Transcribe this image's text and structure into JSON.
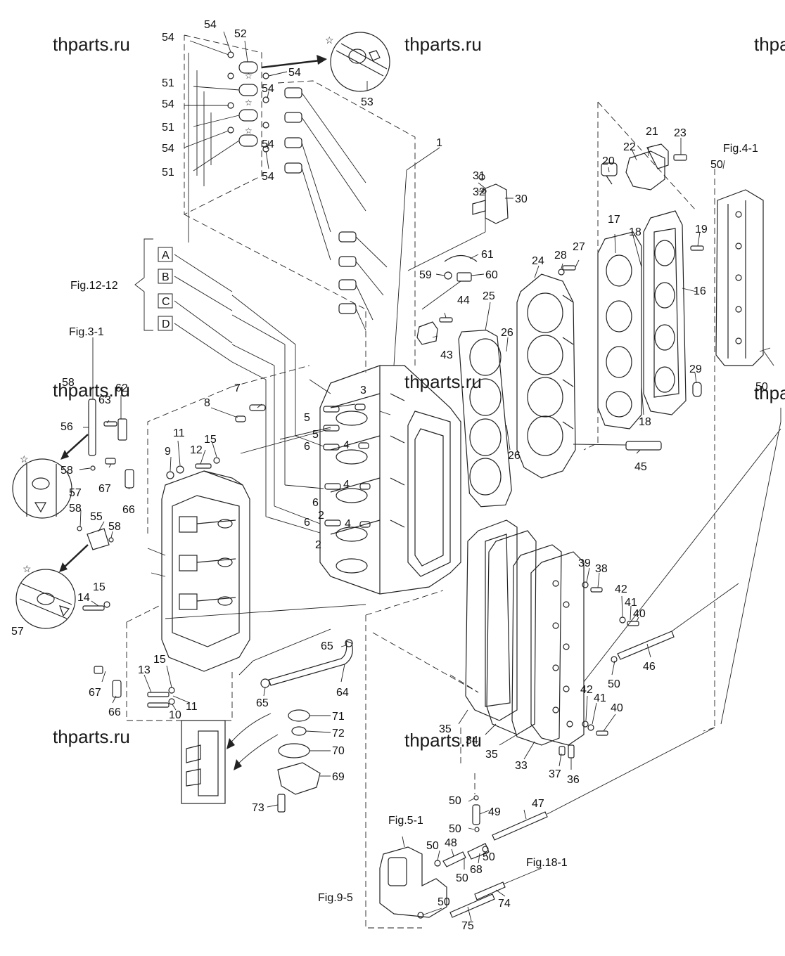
{
  "watermarks": [
    "thparts.ru",
    "thparts.ru",
    "thparts.ru",
    "thparts.ru",
    "thparts.ru",
    "thparts.ru",
    "thparts.ru",
    "thparts.ru"
  ],
  "figure_refs": {
    "fig_12_12": "Fig.12-12",
    "fig_3_1": "Fig.3-1",
    "fig_4_1": "Fig.4-1",
    "fig_5_1": "Fig.5-1",
    "fig_9_5": "Fig.9-5",
    "fig_18_1": "Fig.18-1"
  },
  "box_labels": [
    "A",
    "B",
    "C",
    "D"
  ],
  "part_numbers": {
    "p1": "1",
    "p2": "2",
    "p3": "3",
    "p4": "4",
    "p5": "5",
    "p6": "6",
    "p7": "7",
    "p8": "8",
    "p9": "9",
    "p10": "10",
    "p11": "11",
    "p12": "12",
    "p13": "13",
    "p14": "14",
    "p15": "15",
    "p16": "16",
    "p17": "17",
    "p18": "18",
    "p19": "19",
    "p20": "20",
    "p21": "21",
    "p22": "22",
    "p23": "23",
    "p24": "24",
    "p25": "25",
    "p26": "26",
    "p27": "27",
    "p28": "28",
    "p29": "29",
    "p30": "30",
    "p31": "31",
    "p32": "32",
    "p33": "33",
    "p34": "34",
    "p35": "35",
    "p36": "36",
    "p37": "37",
    "p38": "38",
    "p39": "39",
    "p40": "40",
    "p41": "41",
    "p42": "42",
    "p43": "43",
    "p44": "44",
    "p45": "45",
    "p46": "46",
    "p47": "47",
    "p48": "48",
    "p49": "49",
    "p50": "50",
    "p51": "51",
    "p52": "52",
    "p53": "53",
    "p54": "54",
    "p55": "55",
    "p56": "56",
    "p57": "57",
    "p58": "58",
    "p59": "59",
    "p60": "60",
    "p61": "61",
    "p62": "62",
    "p63": "63",
    "p64": "64",
    "p65": "65",
    "p66": "66",
    "p67": "67",
    "p68": "68",
    "p69": "69",
    "p70": "70",
    "p71": "71",
    "p72": "72",
    "p73": "73",
    "p74": "74",
    "p75": "75"
  },
  "symbols": {
    "star": "☆"
  }
}
